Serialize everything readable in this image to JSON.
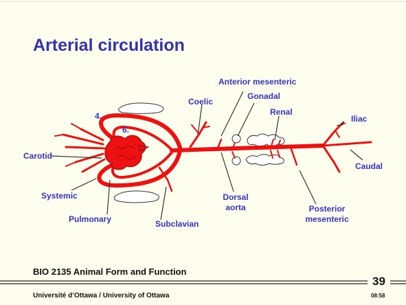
{
  "slide": {
    "title": "Arterial circulation",
    "course": "BIO 2135 Animal Form and Function",
    "university": "Université d’Ottawa / University of Ottawa",
    "page_number": "39",
    "time": "08:58"
  },
  "labels": {
    "anterior_mesenteric": "Anterior mesenteric",
    "gonadal": "Gonadal",
    "coelic": "Coelic",
    "renal": "Renal",
    "iliac": "Iliac",
    "arch4": "4.",
    "arch6": "6.",
    "carotid": "Carotid",
    "caudal": "Caudal",
    "systemic": "Systemic",
    "dorsal_aorta": "Dorsal\naorta",
    "posterior_mesenteric": "Posterior\nmesenteric",
    "pulmonary": "Pulmonary",
    "subclavian": "Subclavian"
  },
  "colors": {
    "background": "#fefeee",
    "title": "#3333aa",
    "label": "#3333cc",
    "artery": "#ee1111",
    "rule": "#222222"
  }
}
